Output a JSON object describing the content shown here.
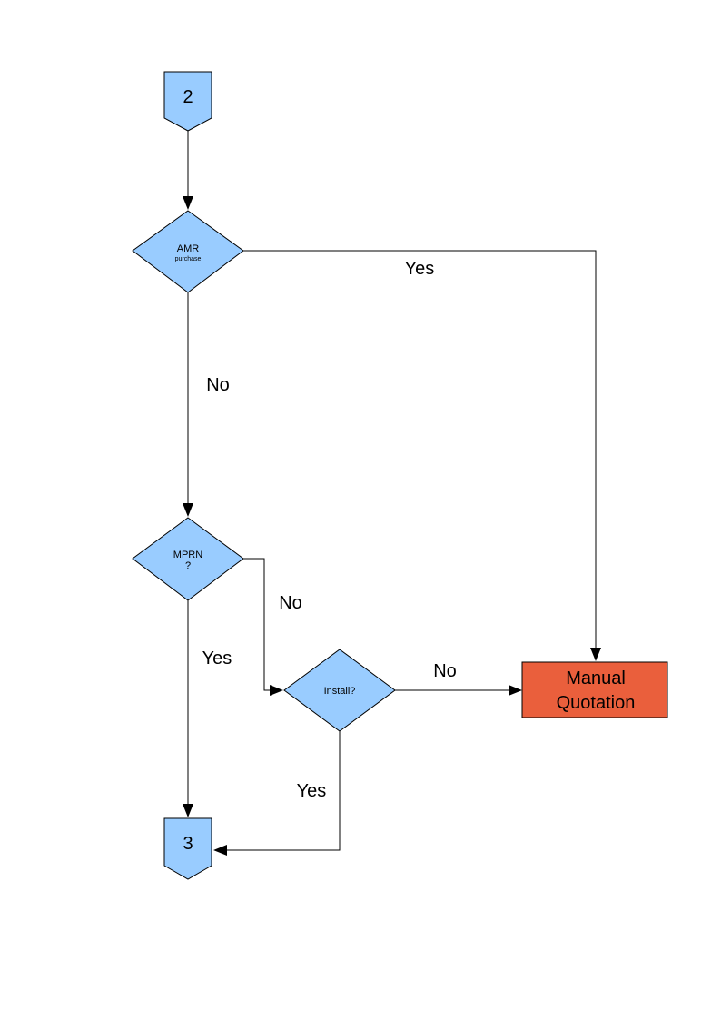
{
  "colors": {
    "connector_fill": "#99ccff",
    "decision_fill": "#99ccff",
    "process_fill": "#ea5f3c",
    "stroke": "#000000"
  },
  "nodes": {
    "connector_top": {
      "label": "2"
    },
    "connector_bottom": {
      "label": "3"
    },
    "decision_amr": {
      "label_main": "AMR",
      "label_sub": "purchase"
    },
    "decision_mprn": {
      "label_main": "MPRN",
      "label_sub": "?"
    },
    "decision_install": {
      "label": "Install?"
    },
    "process_manual": {
      "line1": "Manual",
      "line2": "Quotation"
    }
  },
  "edges": {
    "amr_yes": "Yes",
    "amr_no": "No",
    "mprn_no": "No",
    "mprn_yes": "Yes",
    "install_no": "No",
    "install_yes": "Yes"
  }
}
